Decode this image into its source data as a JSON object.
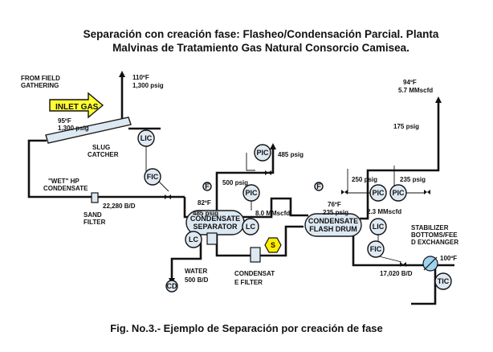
{
  "title": {
    "line1": "Separación con creación fase: Flasheo/Condensación Parcial. Planta",
    "line2": "Malvinas de Tratamiento Gas Natural Consorcio Camisea."
  },
  "caption": "Fig. No.3.- Ejemplo de Separación por creación de fase",
  "labels": {
    "from_field_1": "FROM FIELD",
    "from_field_2": "GATHERING",
    "inlet_gas": "INLET GAS",
    "inlet_temp": "95ºF",
    "inlet_pressure": "1,300 psig",
    "slug_1": "SLUG",
    "slug_2": "CATCHER",
    "top_temp": "110ºF",
    "top_pressure": "1,300 psig",
    "wet_1": "\"WET\" HP",
    "wet_2": "CONDENSATE",
    "wet_flow": "22,280 B/D",
    "sand_1": "SAND",
    "sand_2": "FILTER",
    "cs_temp": "82ºF",
    "cs_pressure": "485 psig",
    "cs_set": "500 psig",
    "cs_gas_pressure": "485 psig",
    "cs_gas_flow": "8.0 MMscfd",
    "water_1": "WATER",
    "water_2": "500 B/D",
    "cf_1": "CONDENSAT",
    "cf_2": "E FILTER",
    "fd_temp": "76ºF",
    "fd_pressure": "235 psig",
    "fd_flow": "2.3 MMscfd",
    "fd_set1": "250 psig",
    "fd_set2": "235 psig",
    "out_temp": "94ºF",
    "out_flow": "5.7 MMscfd",
    "out_pressure": "175 psig",
    "stab_1": "STABILIZER",
    "stab_2": "BOTTOMS/FEE",
    "stab_3": "D EXCHANGER",
    "stab_temp": "100ºF",
    "bottom_flow": "17,020 B/D"
  },
  "vessels": {
    "slug": "SLUG CATCHER",
    "cs_1": "CONDENSATE",
    "cs_2": "SEPARATOR",
    "fd_1": "CONDENSATE",
    "fd_2": "FLASH DRUM"
  },
  "instruments": {
    "lic1": "LIC",
    "fic1": "FIC",
    "pic1": "PIC",
    "pic2": "PIC",
    "lc1": "LC",
    "lc2": "LC",
    "s": "S",
    "f1": "F",
    "f2": "F",
    "cd": "CD",
    "lic2": "LIC",
    "fic2": "FIC",
    "pic3": "PIC",
    "pic4": "PIC",
    "tic": "TIC"
  },
  "colors": {
    "vessel_fill": "#dce8f2",
    "inlet_arrow": "#ffff33",
    "sensor_yellow": "#ffee00",
    "exchanger": "#9fd3ef"
  }
}
